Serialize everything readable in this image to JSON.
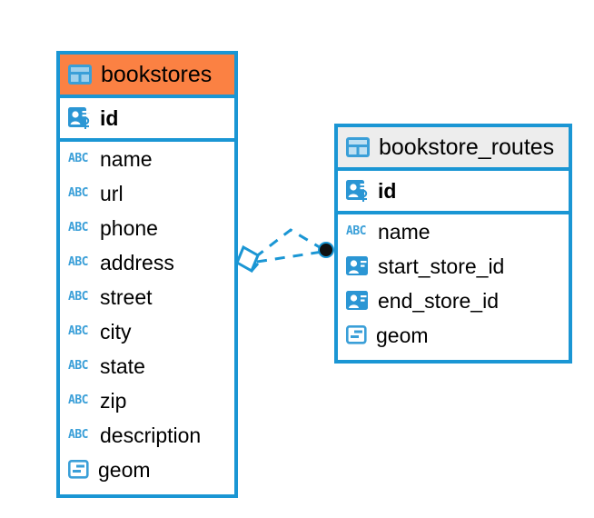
{
  "diagram": {
    "type": "entity-relationship-diagram",
    "background_color": "#ffffff",
    "accent_color": "#1a96d4",
    "highlight_color": "#fb8143",
    "entities": [
      {
        "name": "bookstores",
        "header_style": "highlighted",
        "header_color": "#fb8143",
        "icon": "table-icon",
        "keys": [
          {
            "label": "id",
            "icon": "primary-key-icon",
            "bold": true
          }
        ],
        "fields": [
          {
            "label": "name",
            "icon": "abc-icon",
            "type_glyph": "ABC"
          },
          {
            "label": "url",
            "icon": "abc-icon",
            "type_glyph": "ABC"
          },
          {
            "label": "phone",
            "icon": "abc-icon",
            "type_glyph": "ABC"
          },
          {
            "label": "address",
            "icon": "abc-icon",
            "type_glyph": "ABC"
          },
          {
            "label": "street",
            "icon": "abc-icon",
            "type_glyph": "ABC"
          },
          {
            "label": "city",
            "icon": "abc-icon",
            "type_glyph": "ABC"
          },
          {
            "label": "state",
            "icon": "abc-icon",
            "type_glyph": "ABC"
          },
          {
            "label": "zip",
            "icon": "abc-icon",
            "type_glyph": "ABC"
          },
          {
            "label": "description",
            "icon": "abc-icon",
            "type_glyph": "ABC"
          },
          {
            "label": "geom",
            "icon": "geometry-icon",
            "type_glyph": ""
          }
        ]
      },
      {
        "name": "bookstore_routes",
        "header_style": "normal",
        "header_color": "#ededed",
        "icon": "table-icon",
        "keys": [
          {
            "label": "id",
            "icon": "primary-key-icon",
            "bold": true
          }
        ],
        "fields": [
          {
            "label": "name",
            "icon": "abc-icon",
            "type_glyph": "ABC"
          },
          {
            "label": "start_store_id",
            "icon": "foreign-key-icon",
            "type_glyph": ""
          },
          {
            "label": "end_store_id",
            "icon": "foreign-key-icon",
            "type_glyph": ""
          },
          {
            "label": "geom",
            "icon": "geometry-icon",
            "type_glyph": ""
          }
        ]
      }
    ],
    "relationship": {
      "from_entity": "bookstores",
      "to_entity": "bookstore_routes",
      "line_style": "dashed",
      "line_color": "#1a96d4",
      "source_endpoint": "diamond-endpoint",
      "target_endpoint": "filled-circle-endpoint"
    }
  }
}
